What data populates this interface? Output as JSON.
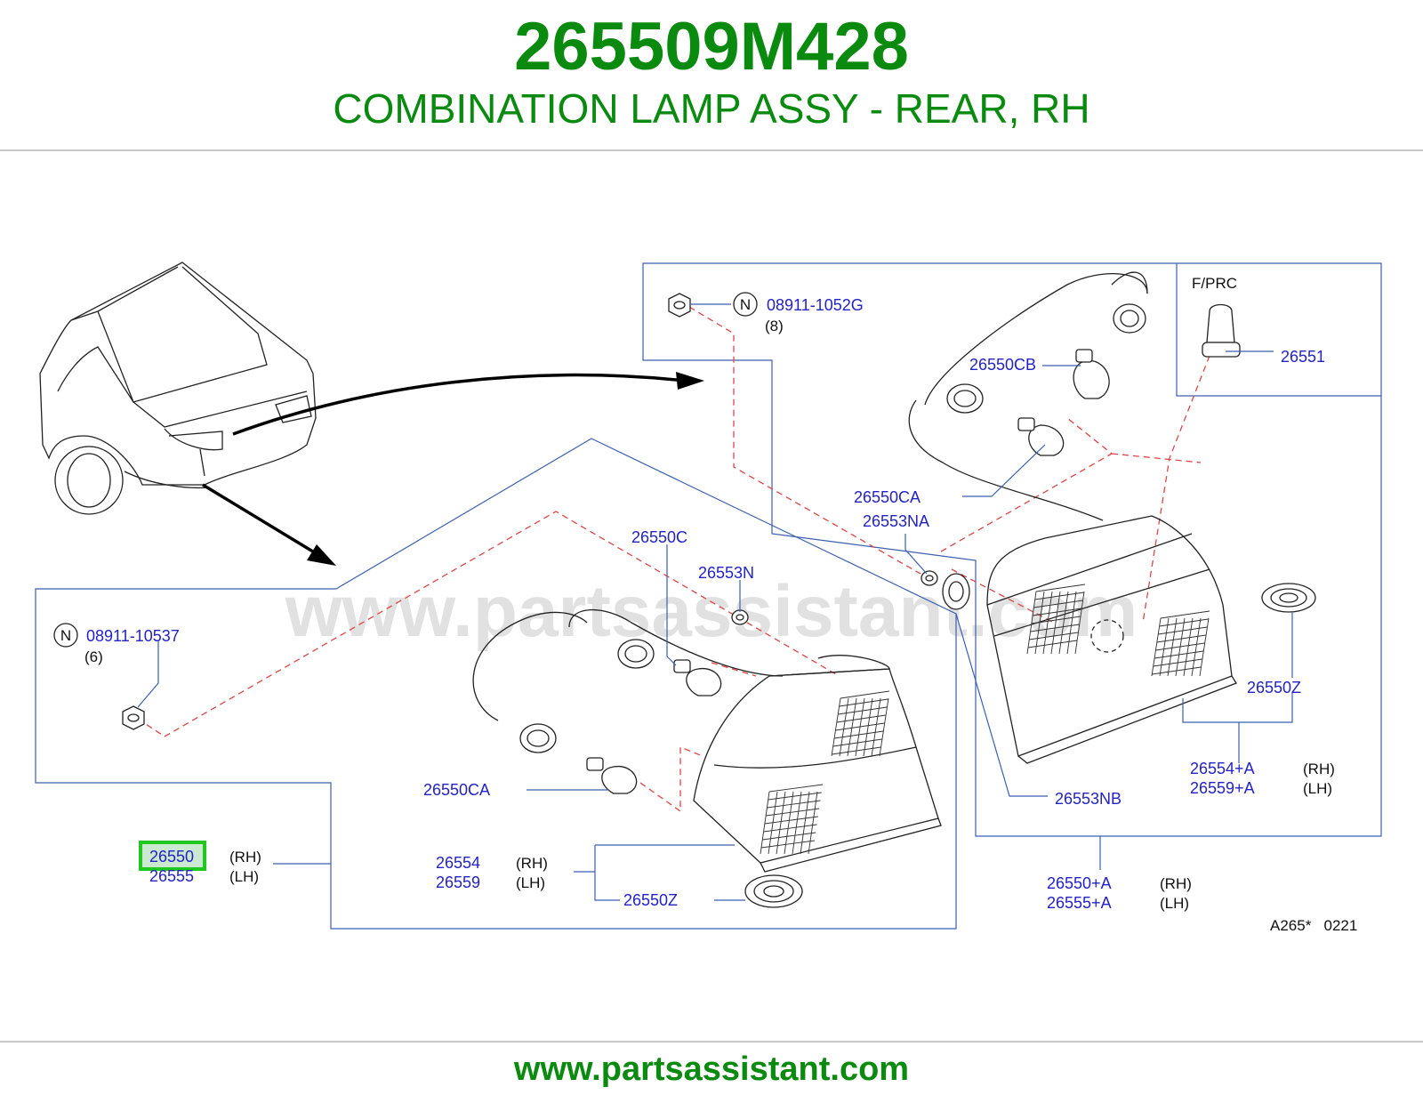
{
  "header": {
    "part_number": "265509M428",
    "description": "COMBINATION LAMP ASSY - REAR, RH"
  },
  "watermark": "www.partsassistant.com",
  "footer": {
    "url": "www.partsassistant.com"
  },
  "colors": {
    "brand_green": "#0b8a10",
    "label_blue": "#2222c8",
    "highlight_green": "#1ec81e",
    "callout_blue": "#3b5fb0",
    "dash_red": "#e04545"
  },
  "diagram": {
    "nut_upper": {
      "symbol": "N",
      "part": "08911-1052G",
      "qty": "(8)"
    },
    "nut_lower": {
      "symbol": "N",
      "part": "08911-10537",
      "qty": "(6)"
    },
    "fprc": {
      "title": "F/PRC",
      "part": "26551"
    },
    "labels": {
      "socket_upper": "26550CB",
      "bulb_upper": "26550CA",
      "washer_na": "26553NA",
      "socket_lower": "26550C",
      "washer_n": "26553N",
      "bulb_lower": "26550CA",
      "washer_nb": "26553NB",
      "seal_upper": "26550Z",
      "seal_lower": "26550Z"
    },
    "assy_main": {
      "rh_part": "26550",
      "rh": "(RH)",
      "lh_part": "26555",
      "lh": "(LH)"
    },
    "lens_lower": {
      "rh_part": "26554",
      "rh": "(RH)",
      "lh_part": "26559",
      "lh": "(LH)"
    },
    "lens_upper": {
      "rh_part": "26554+A",
      "rh": "(RH)",
      "lh_part": "26559+A",
      "lh": "(LH)"
    },
    "assy_inner": {
      "rh_part": "26550+A",
      "rh": "(RH)",
      "lh_part": "26555+A",
      "lh": "(LH)"
    },
    "code": "A265*   0221"
  }
}
